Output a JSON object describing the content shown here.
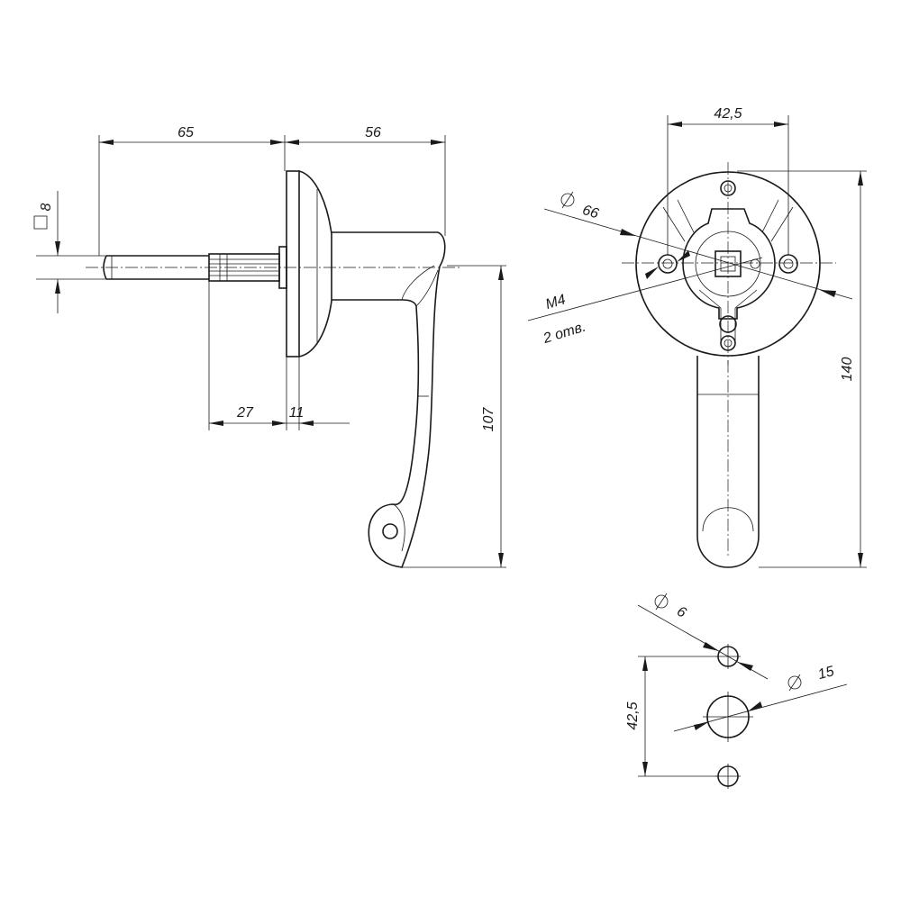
{
  "colors": {
    "line": "#1a1a1a",
    "background": "#ffffff"
  },
  "side_view": {
    "dim_65": "65",
    "dim_56": "56",
    "dim_square_8": "8",
    "dim_27": "27",
    "dim_11": "11",
    "dim_107": "107"
  },
  "front_view": {
    "dim_42_5_top": "42,5",
    "dim_diameter_66": "66",
    "dim_140": "140",
    "thread_label": "M4",
    "holes_label": "2 отв."
  },
  "hole_pattern": {
    "dim_diameter_6": "6",
    "dim_diameter_15": "15",
    "dim_42_5_side": "42,5"
  }
}
